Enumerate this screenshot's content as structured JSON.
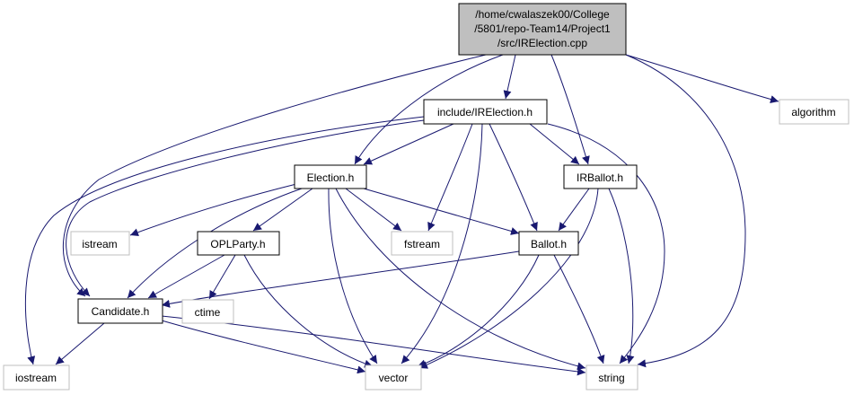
{
  "graph": {
    "root_label_lines": [
      "/home/cwalaszek00/College",
      "/5801/repo-Team14/Project1",
      "/src/IRElection.cpp"
    ],
    "nodes": {
      "irelection_h": "include/IRElection.h",
      "algorithm": "algorithm",
      "election_h": "Election.h",
      "irballot_h": "IRBallot.h",
      "istream": "istream",
      "opl_party_h": "OPLParty.h",
      "fstream": "fstream",
      "ballot_h": "Ballot.h",
      "candidate_h": "Candidate.h",
      "ctime": "ctime",
      "iostream": "iostream",
      "vector": "vector",
      "string": "string"
    },
    "colors": {
      "edge": "#191970",
      "root_fill": "#bfbfbf",
      "node_border": "#000000",
      "system_header_border": "#bfbfbf",
      "node_fill": "#ffffff"
    }
  }
}
